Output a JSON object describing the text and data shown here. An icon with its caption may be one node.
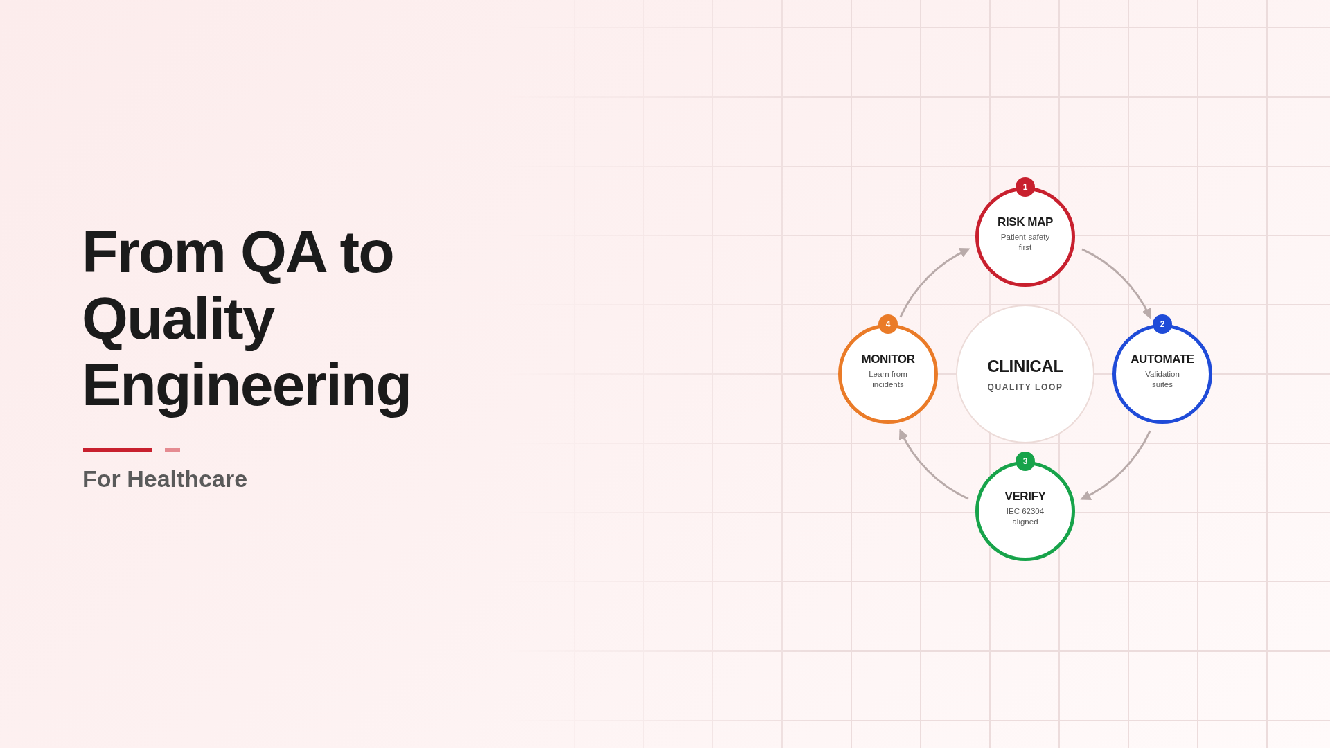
{
  "diagram": {
    "title": "From QA to Quality Engineering",
    "nodes": [
      {
        "text": [
          "1",
          "RISK MAP",
          "Patient-safety first"
        ]
      },
      {
        "text": [
          "2",
          "AUTOMATE",
          "Validation suites"
        ]
      },
      {
        "text": [
          "3",
          "VERIFY",
          "IEC 62304 aligned"
        ]
      },
      {
        "text": [
          "4",
          "MONITOR",
          "Learn from incidents"
        ]
      },
      {
        "text": [
          "CLINICAL",
          "QUALITY LOOP"
        ]
      }
    ],
    "edges": [
      {
        "from": 0,
        "to": 1,
        "arrow": "to"
      },
      {
        "from": 1,
        "to": 2,
        "arrow": "to"
      },
      {
        "from": 2,
        "to": 3,
        "arrow": "to"
      },
      {
        "from": 3,
        "to": 0,
        "arrow": "to"
      }
    ],
    "labels": [
      "For Healthcare"
    ]
  }
}
